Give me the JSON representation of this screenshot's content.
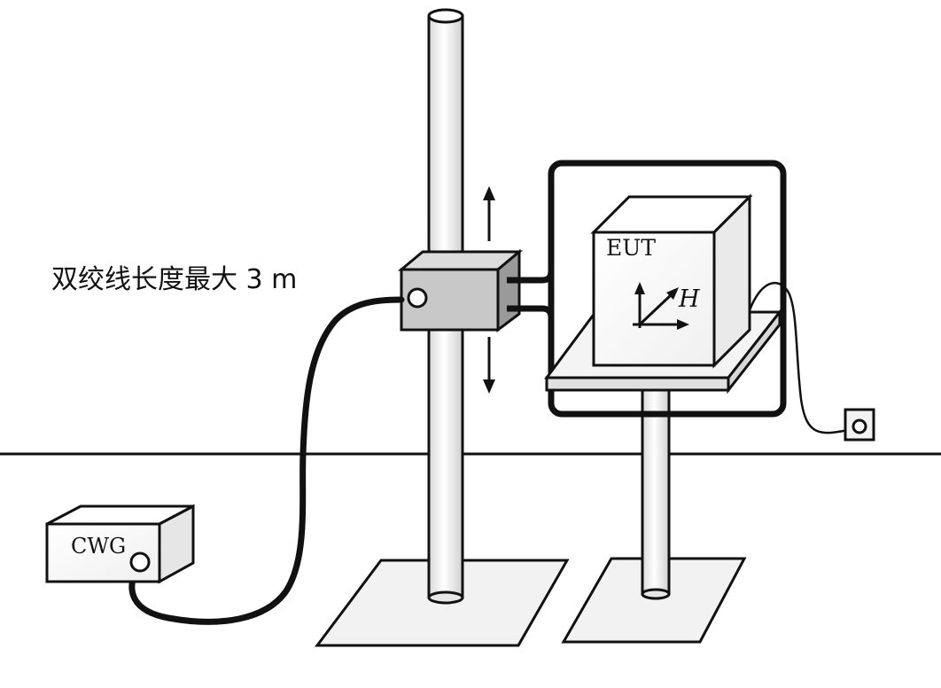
{
  "labels": {
    "twisted_pair": "双绞线长度最大 3 m",
    "cwg": "CWG",
    "eut": "EUT",
    "field": "H"
  },
  "colors": {
    "ink": "#111111",
    "box_gray": "#c8c8c8",
    "panel": "#f7f7f7"
  }
}
